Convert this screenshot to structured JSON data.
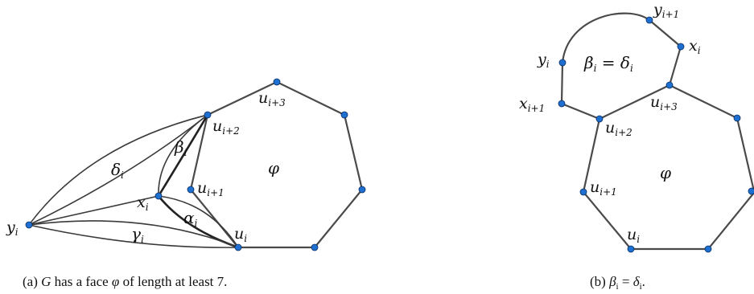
{
  "figure_a": {
    "caption_prefix": "(a) ",
    "caption_G": "G",
    "caption_text": " has a face ",
    "caption_phi": "φ",
    "caption_suffix": " of length at least 7.",
    "labels": {
      "y_base": "y",
      "y_sub": "i",
      "x_base": "x",
      "x_sub": "i",
      "ui_base": "u",
      "ui_sub": "i",
      "ui1_base": "u",
      "ui1_sub": "i+1",
      "ui2_base": "u",
      "ui2_sub": "i+2",
      "ui3_base": "u",
      "ui3_sub": "i+3",
      "delta_base": "δ",
      "delta_sub": "i",
      "beta_base": "β",
      "beta_sub": "i",
      "alpha_base": "α",
      "alpha_sub": "i",
      "gamma_base": "γ",
      "gamma_sub": "i",
      "phi": "φ"
    }
  },
  "figure_b": {
    "caption_prefix": "(b) ",
    "caption_beta": "β",
    "caption_beta_sub": "i",
    "caption_eq": " = ",
    "caption_delta": "δ",
    "caption_delta_sub": "i",
    "caption_suffix": ".",
    "labels": {
      "yi1_base": "y",
      "yi1_sub": "i+1",
      "xi_base": "x",
      "xi_sub": "i",
      "yi_base": "y",
      "yi_sub": "i",
      "xi1_base": "x",
      "xi1_sub": "i+1",
      "ui3_base": "u",
      "ui3_sub": "i+3",
      "ui2_base": "u",
      "ui2_sub": "i+2",
      "ui1_base": "u",
      "ui1_sub": "i+1",
      "ui_base": "u",
      "ui_sub": "i",
      "beta_base": "β",
      "beta_sub": "i",
      "eq": " = ",
      "delta_base": "δ",
      "delta_sub": "i",
      "phi": "φ"
    }
  },
  "colors": {
    "vertex": "#1f6fd1",
    "edge": "#4a4a4a"
  }
}
